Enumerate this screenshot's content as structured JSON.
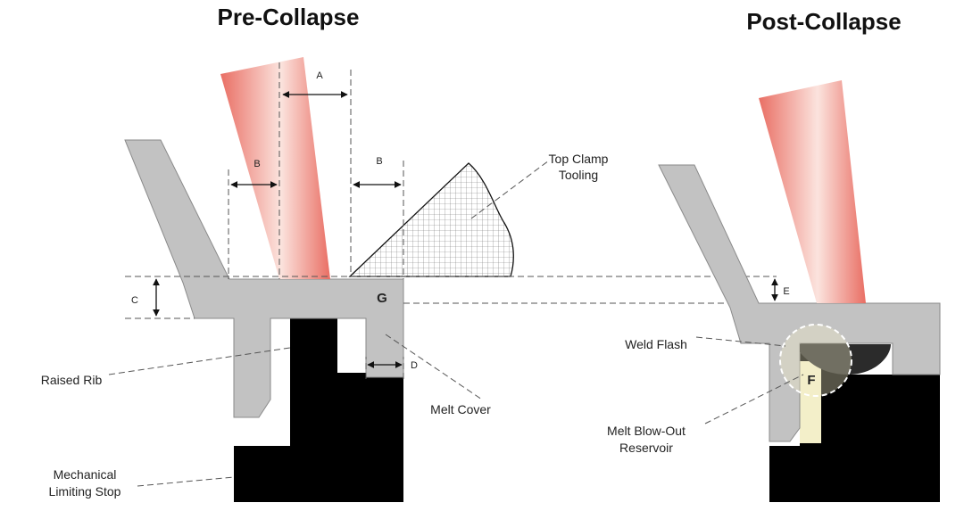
{
  "titles": {
    "pre": "Pre-Collapse",
    "post": "Post-Collapse"
  },
  "labels": {
    "top_clamp_line1": "Top Clamp",
    "top_clamp_line2": "Tooling",
    "raised_rib": "Raised Rib",
    "melt_cover": "Melt Cover",
    "mech_stop_line1": "Mechanical",
    "mech_stop_line2": "Limiting Stop",
    "weld_flash": "Weld Flash",
    "reservoir_line1": "Melt Blow-Out",
    "reservoir_line2": "Reservoir"
  },
  "dimensions": {
    "A": "A",
    "B": "B",
    "C": "C",
    "D": "D",
    "E": "E",
    "F": "F",
    "G": "G"
  },
  "colors": {
    "part": "#c2c2c2",
    "part_edge": "#8a8a8a",
    "stop": "#000000",
    "beam": "#e8675c",
    "beam_light": "#fbe2dc",
    "melt": "#2b2b2b",
    "reservoir_fill": "#f3efc9"
  }
}
